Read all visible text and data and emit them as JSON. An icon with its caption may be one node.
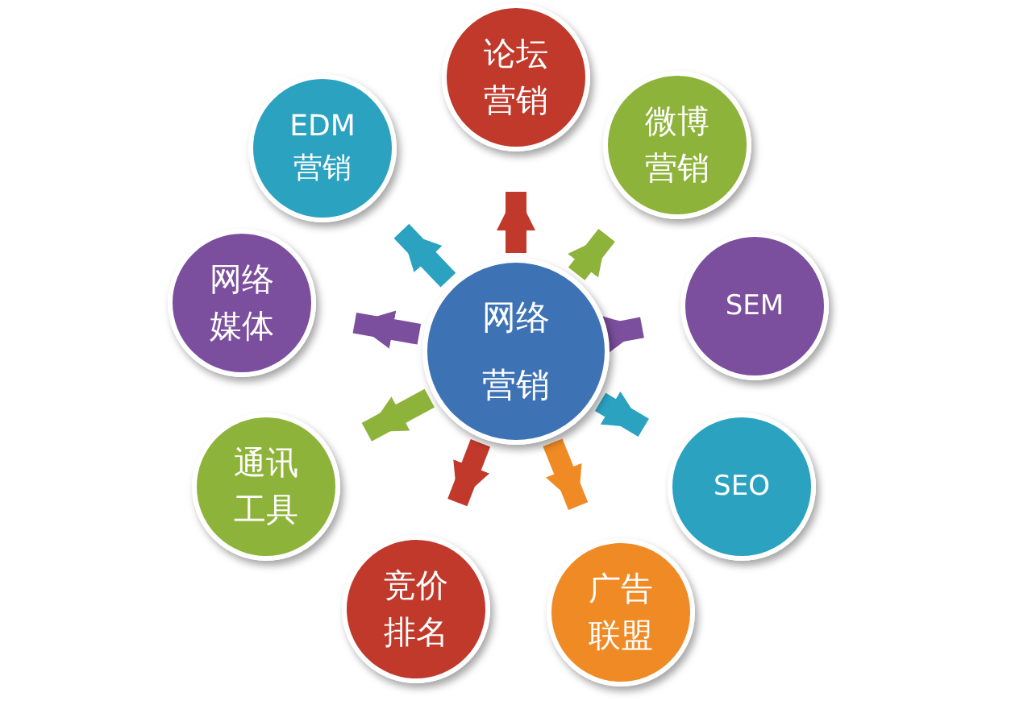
{
  "diagram": {
    "nodes": [
      {
        "text": [
          "网络营销"
        ]
      },
      {
        "text": [
          "论坛营销"
        ]
      },
      {
        "text": [
          "微博营销"
        ]
      },
      {
        "text": [
          "SEM"
        ]
      },
      {
        "text": [
          "SEO"
        ]
      },
      {
        "text": [
          "广告联盟"
        ]
      },
      {
        "text": [
          "竞价排名"
        ]
      },
      {
        "text": [
          "通讯工具"
        ]
      },
      {
        "text": [
          "网络媒体"
        ]
      },
      {
        "text": [
          "EDM营销"
        ]
      }
    ],
    "edges": [
      {
        "from": 0,
        "to": 1,
        "arrow": "to",
        "color": "#c0392b"
      },
      {
        "from": 0,
        "to": 2,
        "arrow": "to",
        "color": "#8db33a"
      },
      {
        "from": 0,
        "to": 3,
        "arrow": "to",
        "color": "#7b4f9d"
      },
      {
        "from": 0,
        "to": 4,
        "arrow": "to",
        "color": "#2aa2c0"
      },
      {
        "from": 0,
        "to": 5,
        "arrow": "to",
        "color": "#f08a24"
      },
      {
        "from": 0,
        "to": 6,
        "arrow": "to",
        "color": "#c0392b"
      },
      {
        "from": 0,
        "to": 7,
        "arrow": "to",
        "color": "#8db33a"
      },
      {
        "from": 0,
        "to": 8,
        "arrow": "to",
        "color": "#7b4f9d"
      },
      {
        "from": 0,
        "to": 9,
        "arrow": "to",
        "color": "#2aa2c0"
      }
    ]
  }
}
